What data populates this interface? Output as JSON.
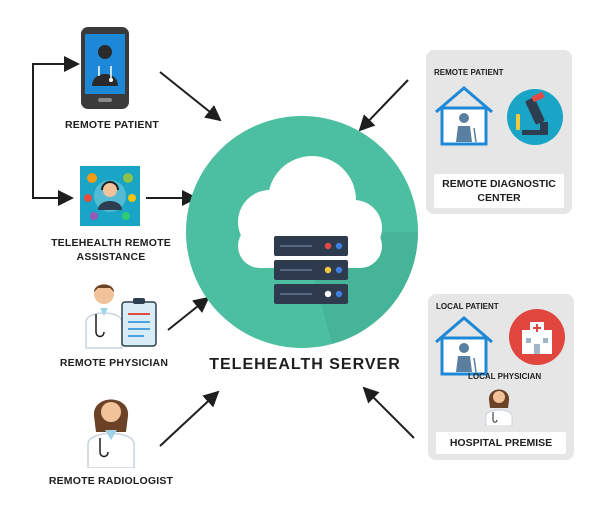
{
  "center": {
    "title": "TELEHEALTH SERVER"
  },
  "left_nodes": [
    {
      "label": "REMOTE PATIENT"
    },
    {
      "label_line1": "TELEHEALTH REMOTE",
      "label_line2": "ASSISTANCE"
    },
    {
      "label": "REMOTE PHYSICIAN"
    },
    {
      "label": "REMOTE RADIOLOGIST"
    }
  ],
  "right_panels": [
    {
      "sub_label": "REMOTE PATIENT",
      "caption_line1": "REMOTE DIAGNOSTIC",
      "caption_line2": "CENTER"
    },
    {
      "sub_label": "LOCAL PATIENT",
      "sub_label_2": "LOCAL PHYSICIAN",
      "caption": "HOSPITAL PREMISE"
    }
  ],
  "colors": {
    "server_circle": "#4bbfa0",
    "cloud": "#ffffff",
    "server_rack": "#2e3b4e",
    "icon_blue": "#1e88d8",
    "cyan": "#1aa5c6",
    "hospital_red": "#e0463d",
    "panel_bg": "#e6e6e6"
  },
  "icons": [
    "smartphone-doctor-icon",
    "support-agent-icon",
    "physician-clipboard-icon",
    "radiologist-icon",
    "home-patient-icon",
    "microscope-icon",
    "hospital-building-icon",
    "doctor-small-icon",
    "cloud-server-icon"
  ]
}
